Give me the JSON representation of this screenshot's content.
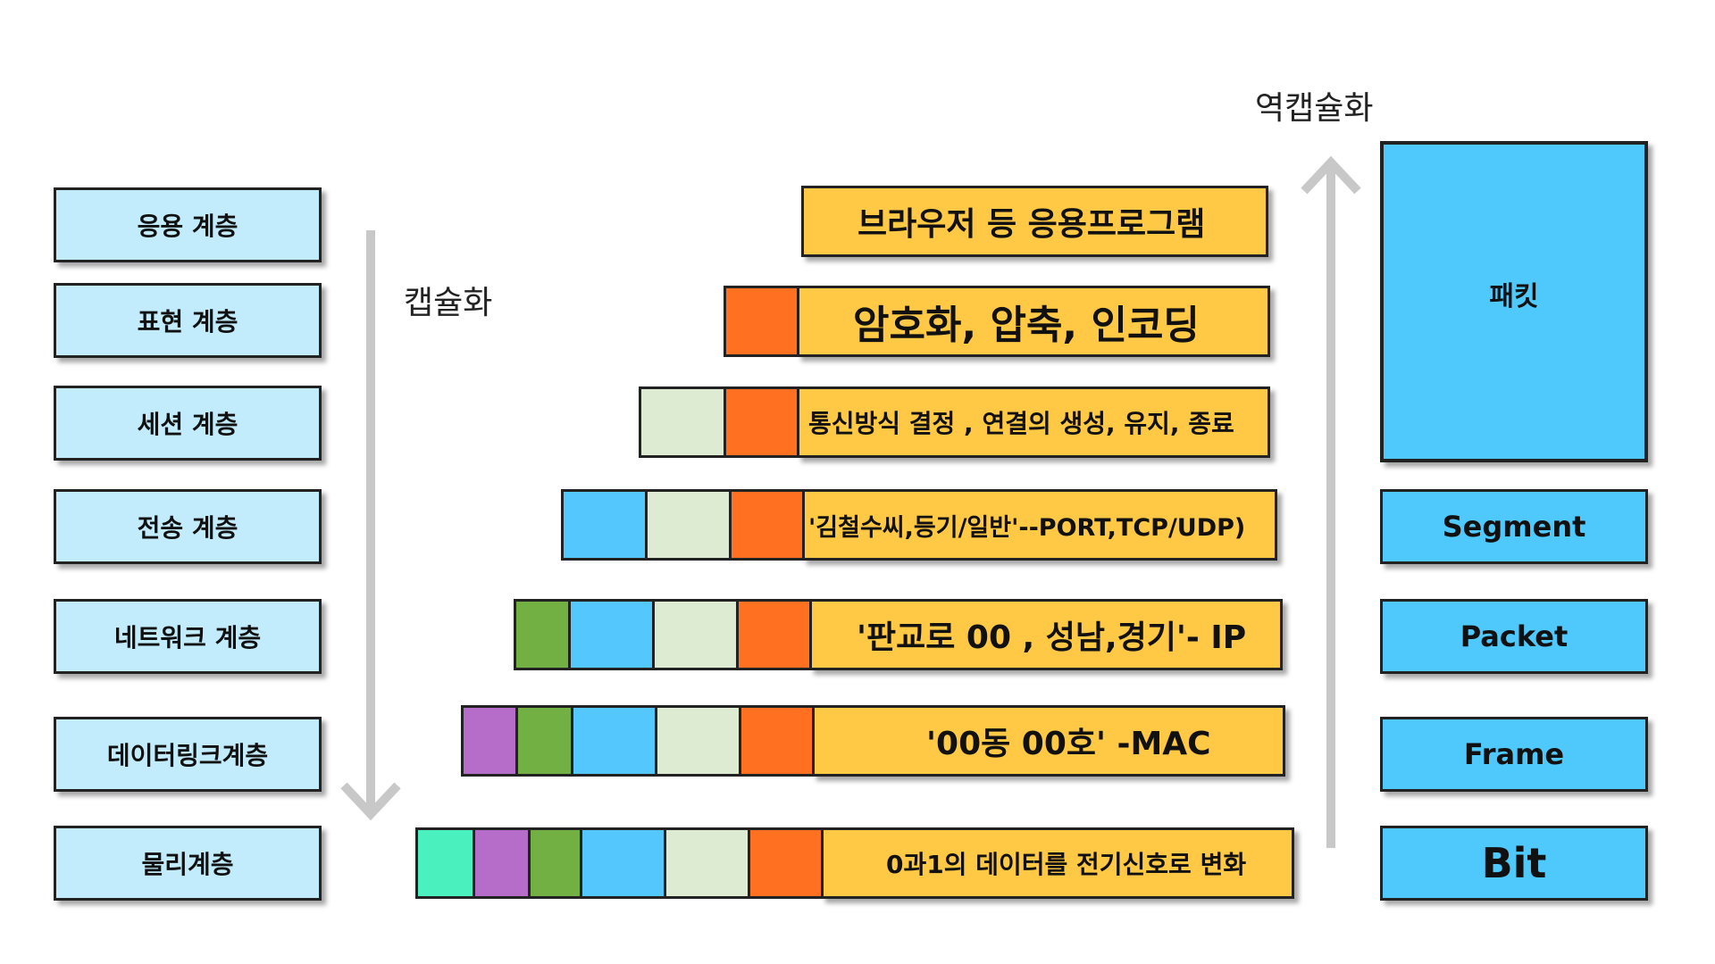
{
  "layers": [
    "응용 계층",
    "표현 계층",
    "세션 계층",
    "전송 계층",
    "네트워크 계층",
    "데이터링크계층",
    "물리계층"
  ],
  "encapsulation_label": "캡슐화",
  "decapsulation_label": "역캡슐화",
  "bars": [
    "브라우저 등 응용프로그램",
    "암호화, 압축, 인코딩",
    "통신방식 결정 , 연결의 생성, 유지, 종료",
    "'김철수씨,등기/일반'--PORT,TCP/UDP)",
    "'판교로 00 , 성남,경기'- IP",
    "'00동 00호' -MAC",
    "0과1의 데이터를 전기신호로 변화"
  ],
  "pdus": [
    "패킷",
    "Segment",
    "Packet",
    "Frame",
    "Bit"
  ],
  "colors": {
    "layer_fill": "#c2ebfc",
    "bar_fill": "#ffc845",
    "pdu_fill": "#4fc8fb",
    "presentation_header": "#ff7020",
    "session_header": "#dcebd2",
    "transport_header": "#54c8fd",
    "network_header": "#72b043",
    "datalink_header": "#b66dca",
    "physical_header": "#4af1be",
    "arrow": "#c8c8c8"
  }
}
